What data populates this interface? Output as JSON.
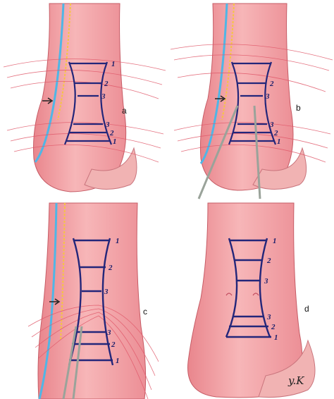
{
  "panels": [
    {
      "label": "a",
      "levels": [
        "1",
        "2",
        "3",
        "3",
        "2",
        "1"
      ]
    },
    {
      "label": "b",
      "levels": [
        "2",
        "3",
        "3",
        "2",
        "1"
      ]
    },
    {
      "label": "c",
      "levels": [
        "1",
        "2",
        "3",
        "3",
        "2",
        "1"
      ]
    },
    {
      "label": "d",
      "levels": [
        "1",
        "2",
        "3",
        "3",
        "2",
        "1"
      ]
    }
  ],
  "signature": "y.K",
  "colors": {
    "skin": "#f3a5a8",
    "skin_shadow": "#e0757e",
    "suture": "#23267a",
    "nerve": "#4fb6e6",
    "vein": "#f5c542",
    "thread": "#e0596a",
    "instrument": "#9aa39a"
  }
}
